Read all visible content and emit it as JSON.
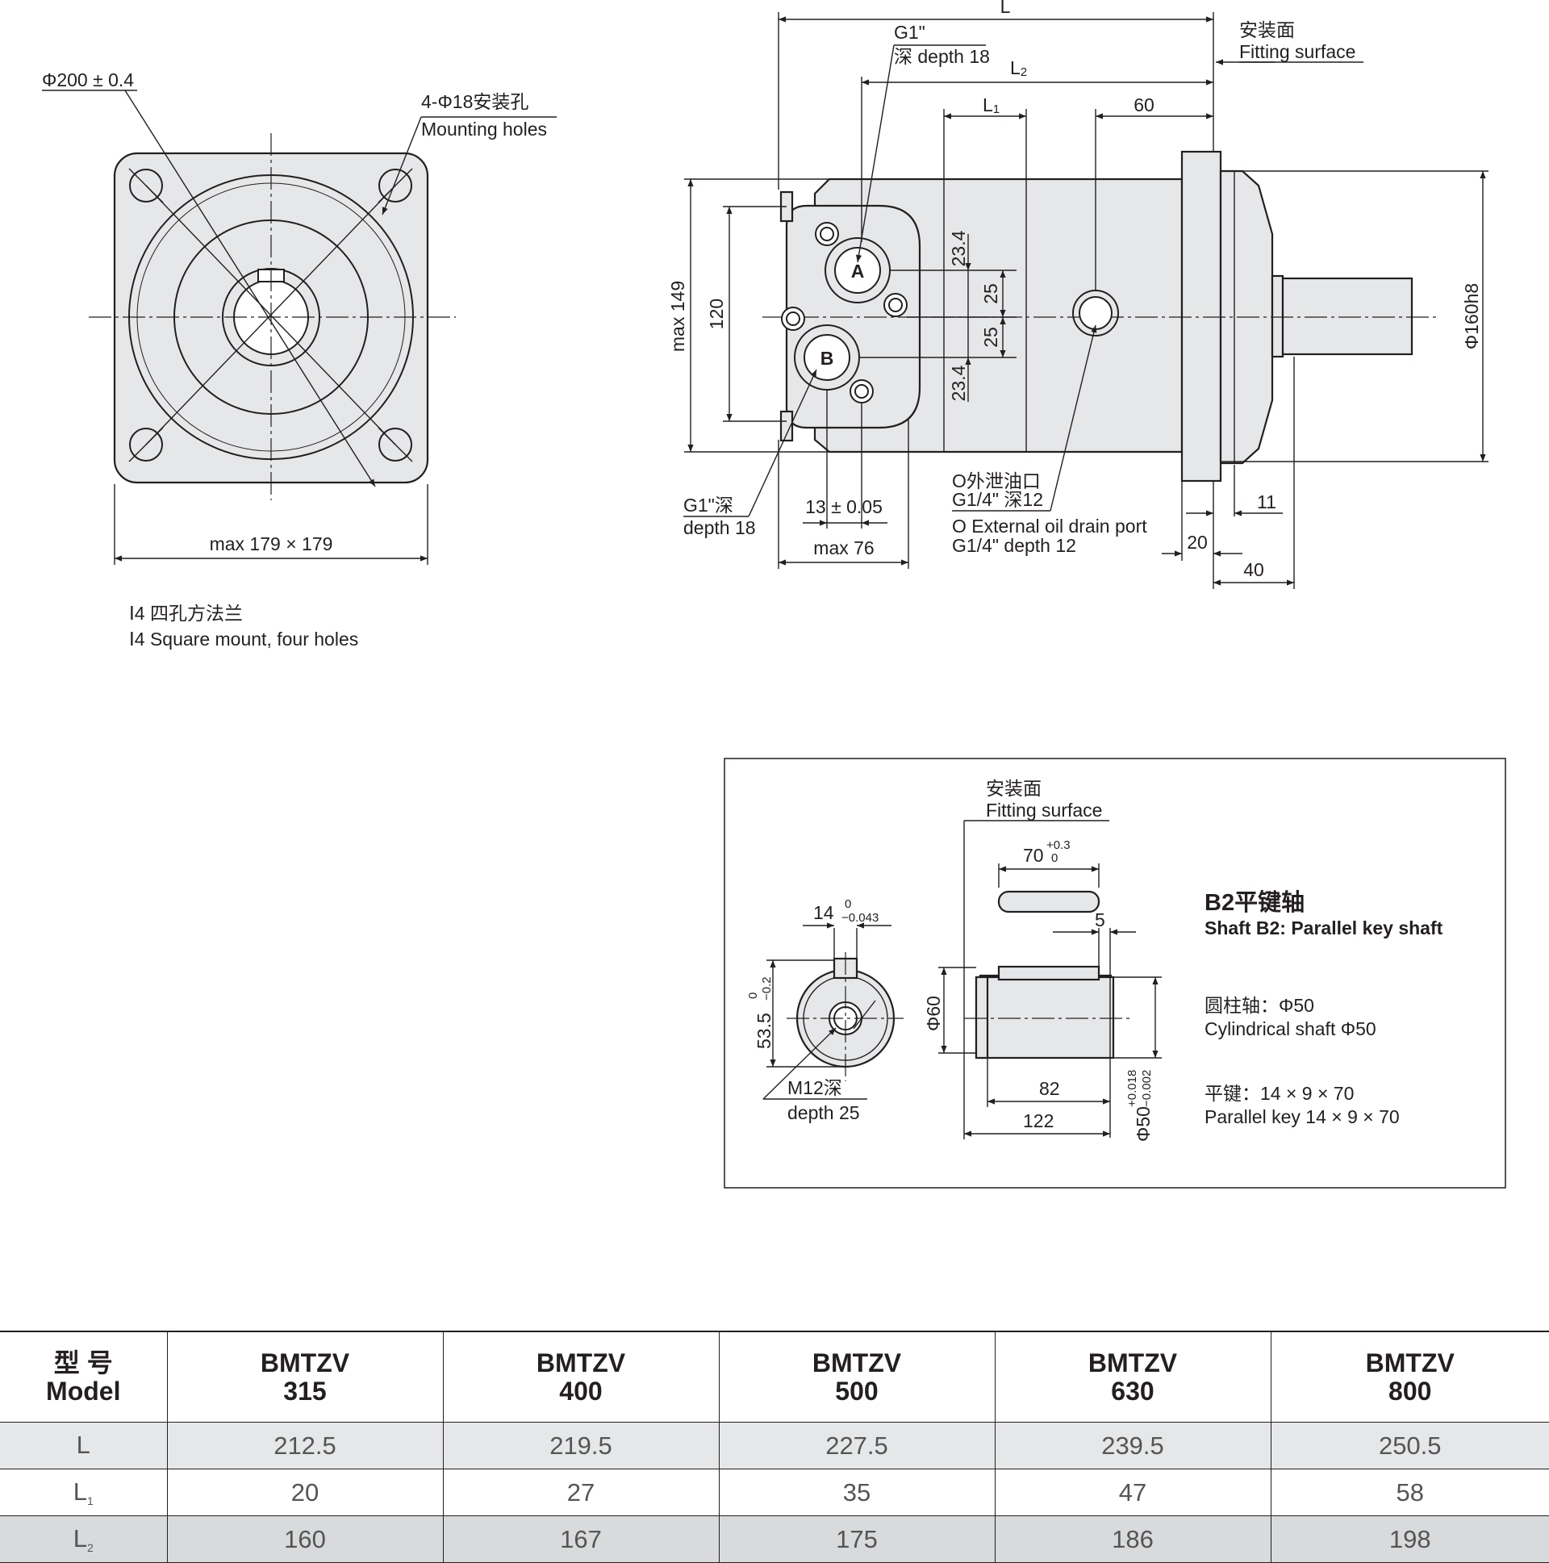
{
  "front_view": {
    "flange_dia": "Φ200 ± 0.4",
    "holes_cn": "4-Φ18安装孔",
    "holes_en": "Mounting holes",
    "max_size": "max 179 × 179",
    "caption_cn": "Ⅰ4 四孔方法兰",
    "caption_en": "Ⅰ4 Square mount, four holes"
  },
  "side_view": {
    "L": "L",
    "L1": "L",
    "L1_sub": "1",
    "L2": "L",
    "L2_sub": "2",
    "dim_60": "60",
    "g1_top_1": "G1\"",
    "g1_top_2": "深 depth 18",
    "fit_cn": "安装面",
    "fit_en": "Fitting surface",
    "max149": "max 149",
    "d120": "120",
    "d234a": "23.4",
    "d25a": "25",
    "d25b": "25",
    "d234b": "23.4",
    "port_a": "A",
    "port_b": "B",
    "d160": "Φ160h8",
    "g1_bot_1": "G1\"深",
    "g1_bot_2": "depth 18",
    "d13": "13 ± 0.05",
    "max76": "max 76",
    "drain_1": "O外泄油口",
    "drain_2": "G1/4\" 深12",
    "drain_3": "O External oil drain port",
    "drain_4": "G1/4\" depth 12",
    "d11": "11",
    "d20": "20",
    "d40": "40"
  },
  "shaft": {
    "fit_cn": "安装面",
    "fit_en": "Fitting surface",
    "d70": "70",
    "d70_up": "+0.3",
    "d70_lo": "0",
    "d14": "14",
    "d14_up": "0",
    "d14_lo": "−0.043",
    "d535": "53.5",
    "d535_up": "0",
    "d535_lo": "−0.2",
    "d5": "5",
    "d60": "Φ60",
    "d50": "Φ50",
    "d50_up": "+0.018",
    "d50_lo": "−0.002",
    "m12_1": "M12深",
    "m12_2": "depth 25",
    "d82": "82",
    "d122": "122",
    "title_cn": "B2平键轴",
    "title_en": "Shaft B2: Parallel key shaft",
    "cyl_cn": "圆柱轴：Φ50",
    "cyl_en": "Cylindrical shaft Φ50",
    "key_cn": "平键：14 × 9 × 70",
    "key_en": "Parallel key 14 × 9 × 70"
  },
  "table": {
    "model_cn": "型 号",
    "model_en": "Model",
    "models": [
      {
        "series": "BMTZV",
        "size": "315"
      },
      {
        "series": "BMTZV",
        "size": "400"
      },
      {
        "series": "BMTZV",
        "size": "500"
      },
      {
        "series": "BMTZV",
        "size": "630"
      },
      {
        "series": "BMTZV",
        "size": "800"
      }
    ],
    "rows": [
      {
        "label": "L",
        "sub": "",
        "values": [
          "212.5",
          "219.5",
          "227.5",
          "239.5",
          "250.5"
        ]
      },
      {
        "label": "L",
        "sub": "1",
        "values": [
          "20",
          "27",
          "35",
          "47",
          "58"
        ]
      },
      {
        "label": "L",
        "sub": "2",
        "values": [
          "160",
          "167",
          "175",
          "186",
          "198"
        ]
      }
    ]
  }
}
